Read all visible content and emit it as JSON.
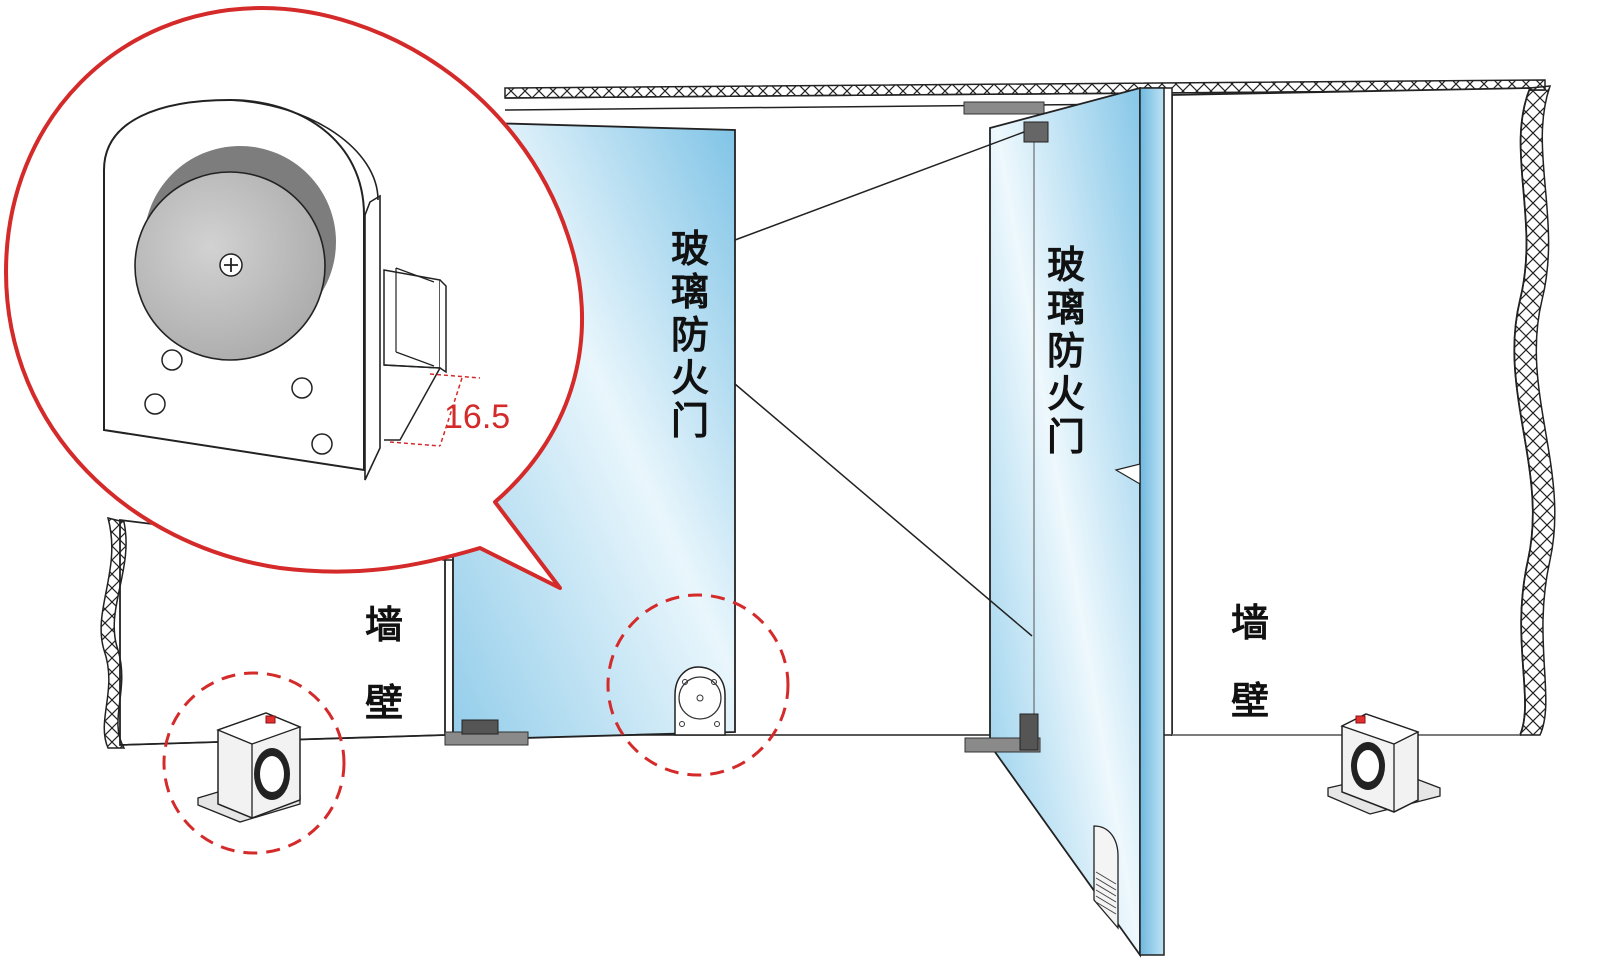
{
  "labels": {
    "door_left": "玻璃防火门",
    "door_right": "玻璃防火门",
    "wall_left": "墙壁",
    "wall_right": "墙壁",
    "dimension": "16.5"
  },
  "colors": {
    "callout_red": "#d42a2a",
    "glass_blue": "#8ecbe9",
    "glass_light": "#eaf6fc",
    "hardware_gray": "#8a8a8a",
    "magnet_gray": "#c0c0c0",
    "indicator_red": "#e23030",
    "outline": "#222222"
  },
  "icons": {
    "magnet_closeup": "electromagnetic-door-holder-icon",
    "floor_magnet": "floor-mounted-door-magnet-icon",
    "door_plate": "door-armature-plate-icon"
  }
}
